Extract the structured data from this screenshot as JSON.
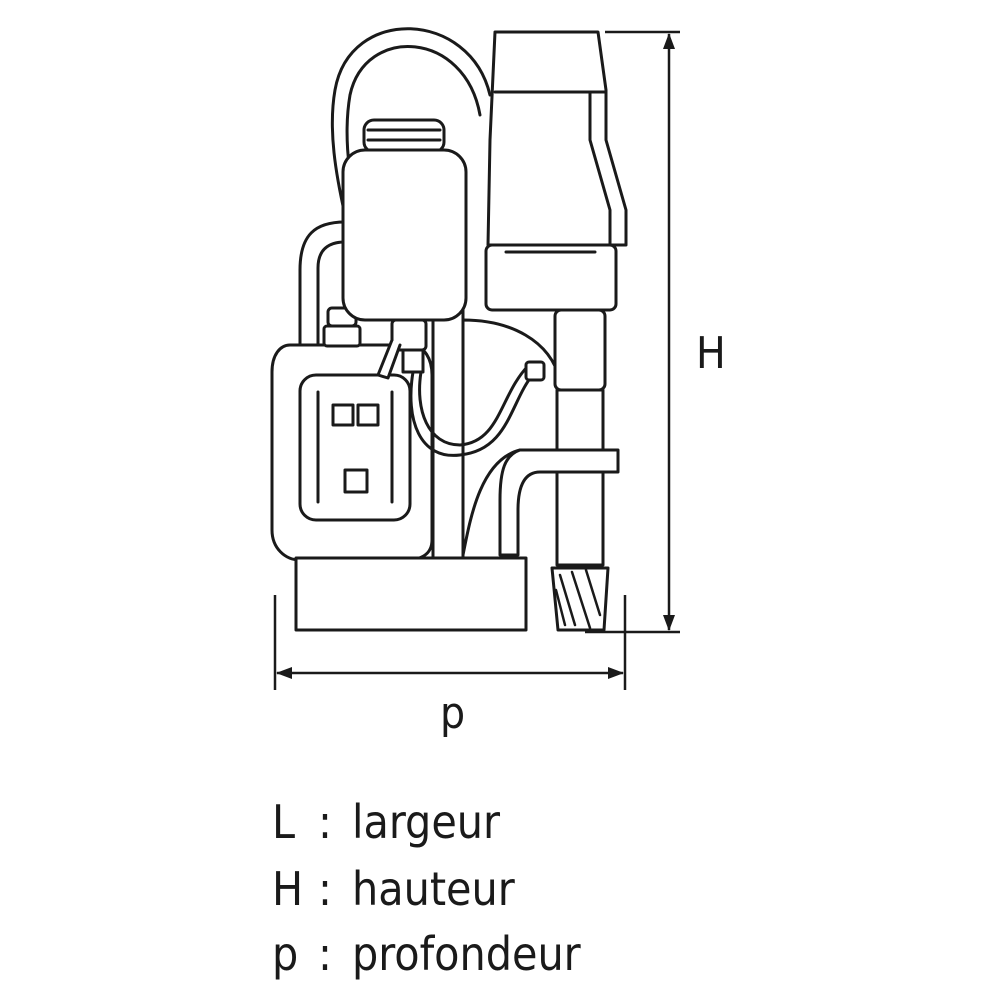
{
  "diagram": {
    "line_color": "#1a1a1a",
    "fill_color": "#ffffff",
    "dimension_labels": {
      "height": "H",
      "depth": "p"
    },
    "legend": [
      {
        "symbol": "L",
        "separator": ":",
        "meaning": "largeur"
      },
      {
        "symbol": "H",
        "separator": ":",
        "meaning": "hauteur"
      },
      {
        "symbol": "p",
        "separator": ":",
        "meaning": "profondeur"
      }
    ]
  }
}
